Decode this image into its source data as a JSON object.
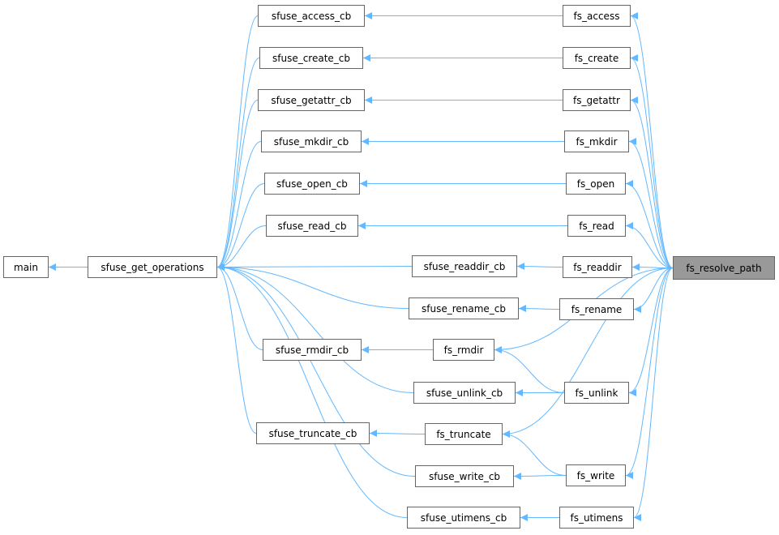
{
  "graph": {
    "edge_color": "#63b8ff",
    "node_border_color": "#666666",
    "focus_fill_color": "#999999",
    "nodes": {
      "main": "main",
      "get_ops": "sfuse_get_operations",
      "access_cb": "sfuse_access_cb",
      "create_cb": "sfuse_create_cb",
      "getattr_cb": "sfuse_getattr_cb",
      "mkdir_cb": "sfuse_mkdir_cb",
      "open_cb": "sfuse_open_cb",
      "read_cb": "sfuse_read_cb",
      "readdir_cb": "sfuse_readdir_cb",
      "rename_cb": "sfuse_rename_cb",
      "rmdir_cb": "sfuse_rmdir_cb",
      "unlink_cb": "sfuse_unlink_cb",
      "truncate_cb": "sfuse_truncate_cb",
      "write_cb": "sfuse_write_cb",
      "utimens_cb": "sfuse_utimens_cb",
      "fs_access": "fs_access",
      "fs_create": "fs_create",
      "fs_getattr": "fs_getattr",
      "fs_mkdir": "fs_mkdir",
      "fs_open": "fs_open",
      "fs_read": "fs_read",
      "fs_readdir": "fs_readdir",
      "fs_rename": "fs_rename",
      "fs_rmdir": "fs_rmdir",
      "fs_unlink": "fs_unlink",
      "fs_truncate": "fs_truncate",
      "fs_write": "fs_write",
      "fs_utimens": "fs_utimens",
      "fs_resolve_path": "fs_resolve_path"
    },
    "focus_node": "fs_resolve_path",
    "edges": [
      [
        "get_ops",
        "main"
      ],
      [
        "access_cb",
        "get_ops"
      ],
      [
        "create_cb",
        "get_ops"
      ],
      [
        "getattr_cb",
        "get_ops"
      ],
      [
        "mkdir_cb",
        "get_ops"
      ],
      [
        "open_cb",
        "get_ops"
      ],
      [
        "read_cb",
        "get_ops"
      ],
      [
        "readdir_cb",
        "get_ops"
      ],
      [
        "rename_cb",
        "get_ops"
      ],
      [
        "rmdir_cb",
        "get_ops"
      ],
      [
        "unlink_cb",
        "get_ops"
      ],
      [
        "truncate_cb",
        "get_ops"
      ],
      [
        "write_cb",
        "get_ops"
      ],
      [
        "utimens_cb",
        "get_ops"
      ],
      [
        "fs_access",
        "access_cb"
      ],
      [
        "fs_create",
        "create_cb"
      ],
      [
        "fs_getattr",
        "getattr_cb"
      ],
      [
        "fs_mkdir",
        "mkdir_cb"
      ],
      [
        "fs_open",
        "open_cb"
      ],
      [
        "fs_read",
        "read_cb"
      ],
      [
        "fs_readdir",
        "readdir_cb"
      ],
      [
        "fs_rename",
        "rename_cb"
      ],
      [
        "fs_rmdir",
        "rmdir_cb"
      ],
      [
        "fs_unlink",
        "unlink_cb"
      ],
      [
        "fs_unlink",
        "fs_rmdir"
      ],
      [
        "fs_truncate",
        "truncate_cb"
      ],
      [
        "fs_write",
        "write_cb"
      ],
      [
        "fs_write",
        "fs_truncate"
      ],
      [
        "fs_utimens",
        "utimens_cb"
      ],
      [
        "fs_resolve_path",
        "fs_access"
      ],
      [
        "fs_resolve_path",
        "fs_create"
      ],
      [
        "fs_resolve_path",
        "fs_getattr"
      ],
      [
        "fs_resolve_path",
        "fs_mkdir"
      ],
      [
        "fs_resolve_path",
        "fs_open"
      ],
      [
        "fs_resolve_path",
        "fs_read"
      ],
      [
        "fs_resolve_path",
        "fs_readdir"
      ],
      [
        "fs_resolve_path",
        "fs_rename"
      ],
      [
        "fs_resolve_path",
        "fs_rmdir"
      ],
      [
        "fs_resolve_path",
        "fs_unlink"
      ],
      [
        "fs_resolve_path",
        "fs_truncate"
      ],
      [
        "fs_resolve_path",
        "fs_write"
      ],
      [
        "fs_resolve_path",
        "fs_utimens"
      ]
    ]
  }
}
